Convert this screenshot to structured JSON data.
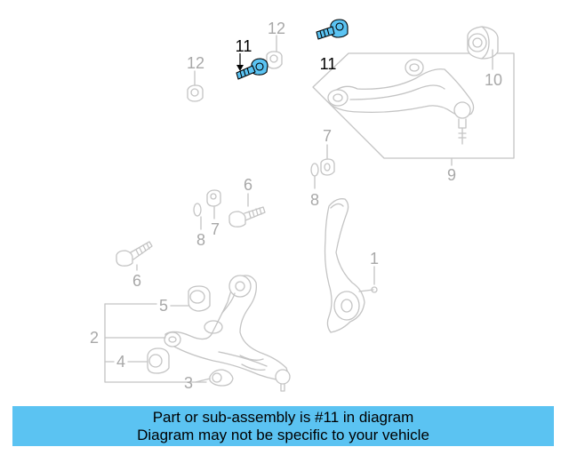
{
  "diagram": {
    "callouts": {
      "c11_top": "11",
      "c11_left": "11",
      "c12_top": "12",
      "c12_left": "12",
      "c10": "10",
      "c9": "9",
      "c7_upper": "7",
      "c8_upper": "8",
      "c6_upper": "6",
      "c7_lower": "7",
      "c8_lower": "8",
      "c6_lower": "6",
      "c1": "1",
      "c5": "5",
      "c2": "2",
      "c4": "4",
      "c3": "3"
    },
    "colors": {
      "highlight_part": "#5bc3f2",
      "highlight_callout": "#000000",
      "faded_line": "#c4c4c4",
      "faded_text": "#a8a8a8"
    }
  },
  "banner": {
    "line1": "Part or sub-assembly is #11 in diagram",
    "line2": "Diagram may not be specific to your vehicle",
    "background": "#5bc3f2"
  }
}
